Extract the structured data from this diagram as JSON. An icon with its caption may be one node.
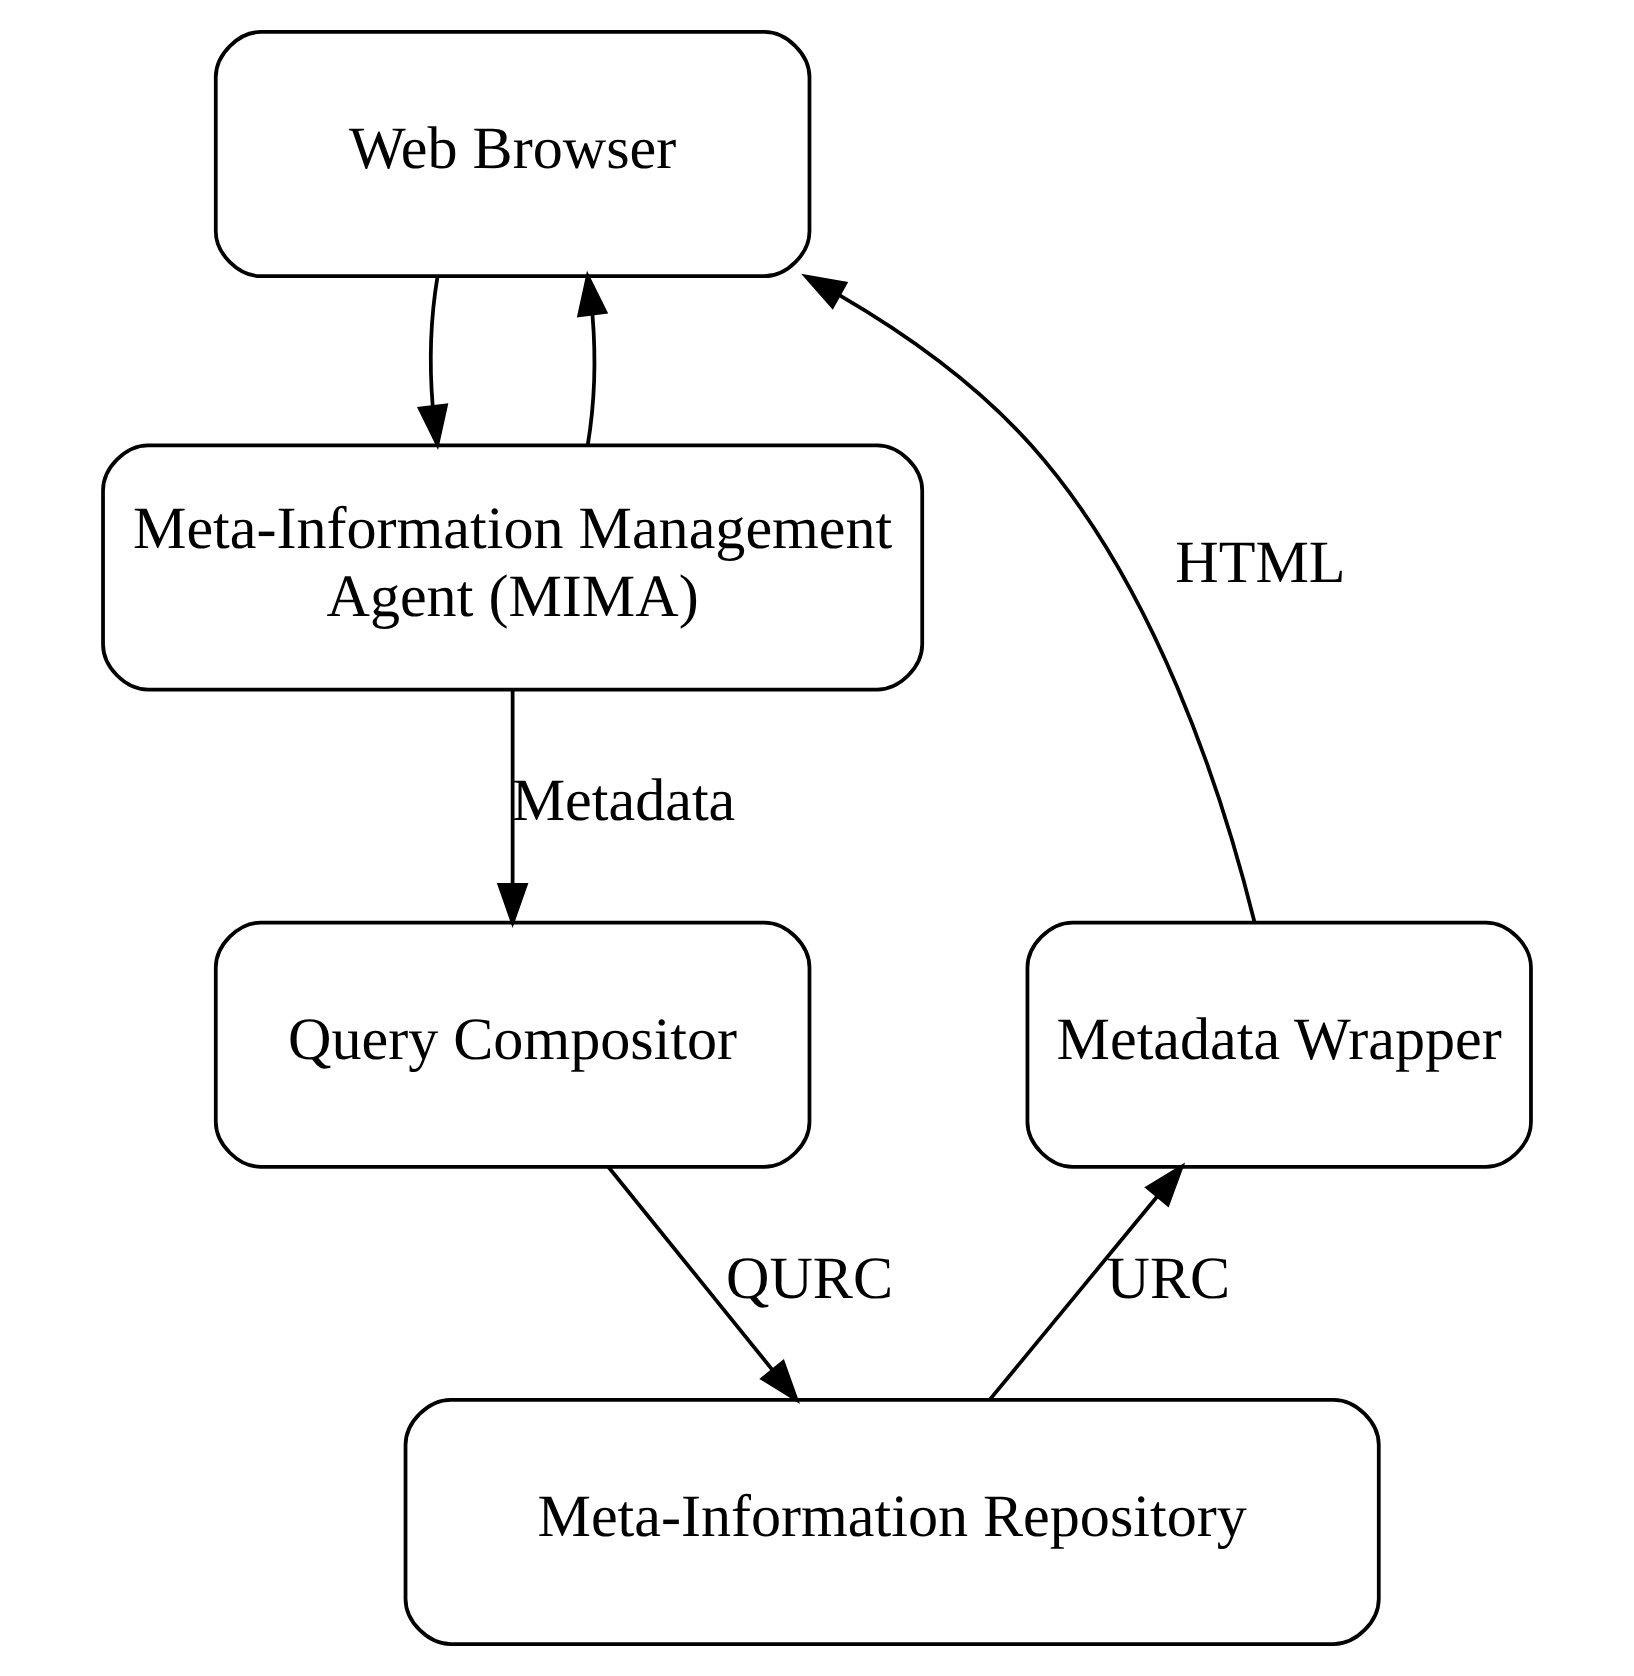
{
  "diagram": {
    "nodes": [
      {
        "text": [
          "Web Browser"
        ]
      },
      {
        "text": [
          "Meta-Information Management Agent (MIMA)"
        ]
      },
      {
        "text": [
          "Query Compositor"
        ]
      },
      {
        "text": [
          "Metadata Wrapper"
        ]
      },
      {
        "text": [
          "Meta-Information Repository"
        ]
      }
    ],
    "edges": [
      {
        "from": 0,
        "to": 1,
        "arrow": "to"
      },
      {
        "from": 1,
        "to": 0,
        "arrow": "to"
      },
      {
        "from": 1,
        "to": 2,
        "arrow": "to",
        "label": "Metadata"
      },
      {
        "from": 2,
        "to": 4,
        "arrow": "to",
        "label": "QURC"
      },
      {
        "from": 4,
        "to": 3,
        "arrow": "to",
        "label": "URC"
      },
      {
        "from": 3,
        "to": 0,
        "arrow": "to",
        "label": "HTML"
      }
    ]
  }
}
